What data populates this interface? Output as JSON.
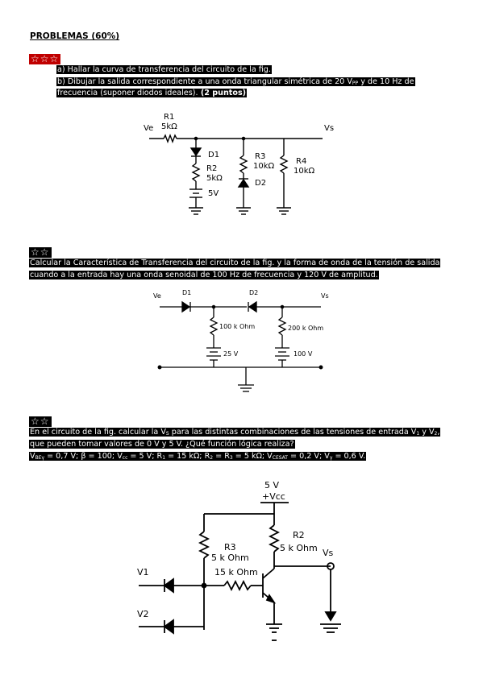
{
  "title": "PROBLEMAS (60%)",
  "problem1": {
    "stars": "☆☆☆",
    "line_a": "a) Hallar la curva de transferencia del circuito de la fig.",
    "line_b": "b) Dibujar la salida correspondiente a una onda triangular simétrica de 20 V",
    "line_b_sub": "PP",
    "line_b_tail": " y de 10 Hz de",
    "line_c": "frecuencia (suponer diodos ideales).",
    "line_c_bold": " (2 puntos)",
    "circuit": {
      "r1": "R1",
      "r1_val": "5kΩ",
      "ve": "Ve",
      "vs": "Vs",
      "d1": "D1",
      "r2": "R2",
      "r2_val": "5kΩ",
      "src": "5V",
      "r3": "R3",
      "r3_val": "10kΩ",
      "d2": "D2",
      "r4": "R4",
      "r4_val": "10kΩ"
    }
  },
  "problem2": {
    "stars": "☆☆",
    "line1": "Calcular la Característica de Transferencia del circuito de la fig. y la forma de onda de la tensión de salida",
    "line2": "cuando a la entrada hay una onda senoidal de 100 Hz de frecuencia y 120 V de amplitud.",
    "circuit": {
      "ve": "Ve",
      "vs": "Vs",
      "d1": "D1",
      "d2": "D2",
      "ra": "100 k Ohm",
      "rb": "200 k Ohm",
      "va": "25 V",
      "vb": "100 V"
    }
  },
  "problem3": {
    "stars": "☆☆",
    "line1": "En el circuito de la fig. calcular la V",
    "line1_sub": "S",
    "line1_tail": " para las distintas combinaciones de las tensiones de entrada V",
    "line1_s1": "1",
    "line1_mid": " y V",
    "line1_s2": "2",
    "line1_end": ",",
    "line2": "que pueden tomar valores de 0 V y 5 V. ¿Qué función lógica realiza?",
    "line3": "V",
    "line3_parts": [
      "BEγ",
      " = 0,7 V; β = 100; V",
      "cc",
      " = 5 V; R",
      "1",
      " = 15 kΩ; R",
      "2",
      " = R",
      "3",
      " = 5 kΩ; V",
      "CESAT",
      " = 0,2 V; V",
      "γ",
      " = 0,6 V."
    ],
    "circuit": {
      "vcc_val": "5 V",
      "vcc": "+Vcc",
      "r3": "R3",
      "r3_val": "5 k Ohm",
      "r2": "R2",
      "r2_val": "5 k Ohm",
      "r1_val": "15 k Ohm",
      "vs": "Vs",
      "v1": "V1",
      "v2": "V2"
    }
  }
}
